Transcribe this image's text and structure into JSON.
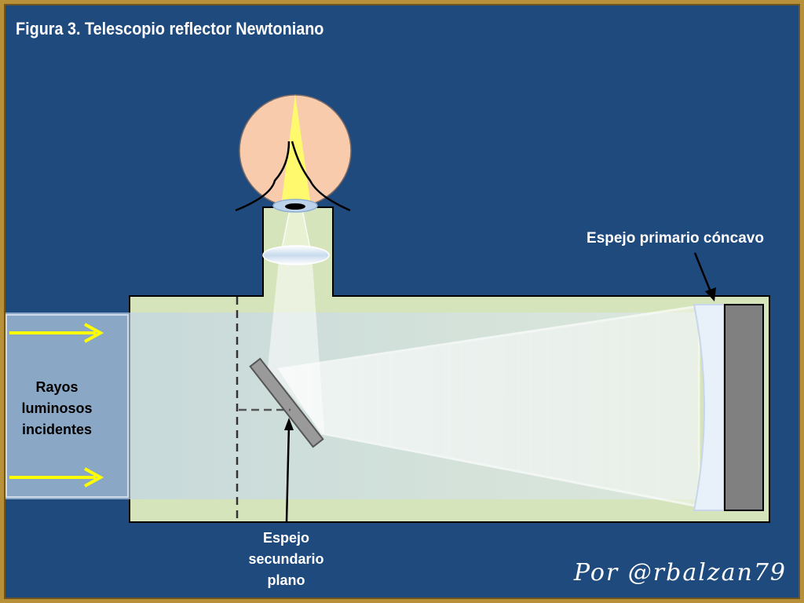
{
  "title": "Figura 3. Telescopio reflector Newtoniano",
  "labels": {
    "incident_rays": "Rayos\nluminosos\nincidentes",
    "primary_mirror": "Espejo  primario  cóncavo",
    "secondary_mirror": "Espejo\nsecundario\nplano"
  },
  "signature": "Por @rbalzan79",
  "colors": {
    "background": "#1f4a7e",
    "frame": "#b8903a",
    "tube": "#d6e4bc",
    "rays_arrow": "#ffff00",
    "mirror": "#808080",
    "eye": "#f7cbab"
  }
}
